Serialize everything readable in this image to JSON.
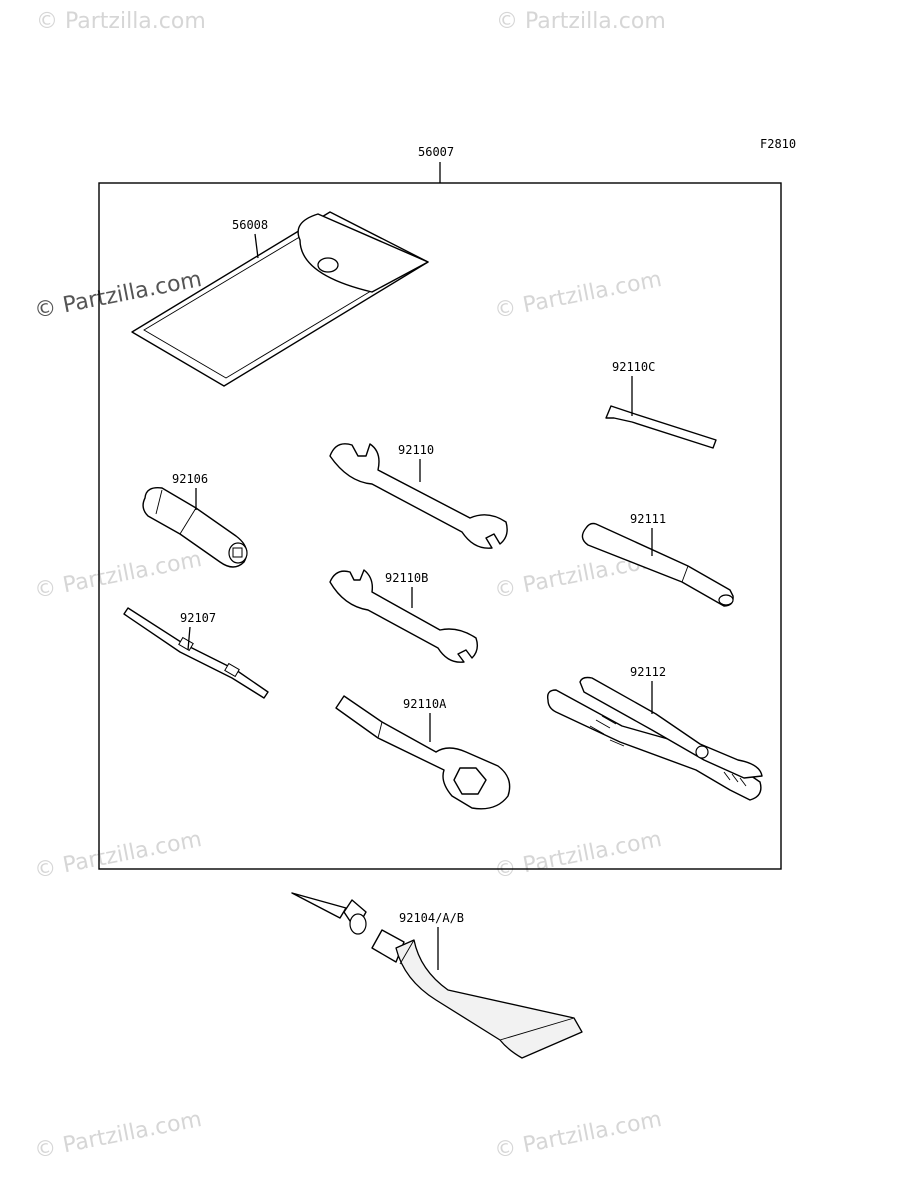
{
  "figure_code": "F2810",
  "watermark_text": "© Partzilla.com",
  "parts": {
    "kit": "56007",
    "case": "56008",
    "hex_key": "92110C",
    "wrench_large": "92110",
    "socket": "92106",
    "handle": "92111",
    "wrench_small": "92110B",
    "screwdriver": "92107",
    "pliers": "92112",
    "box_wrench": "92110A",
    "tube": "92104/A/B"
  }
}
